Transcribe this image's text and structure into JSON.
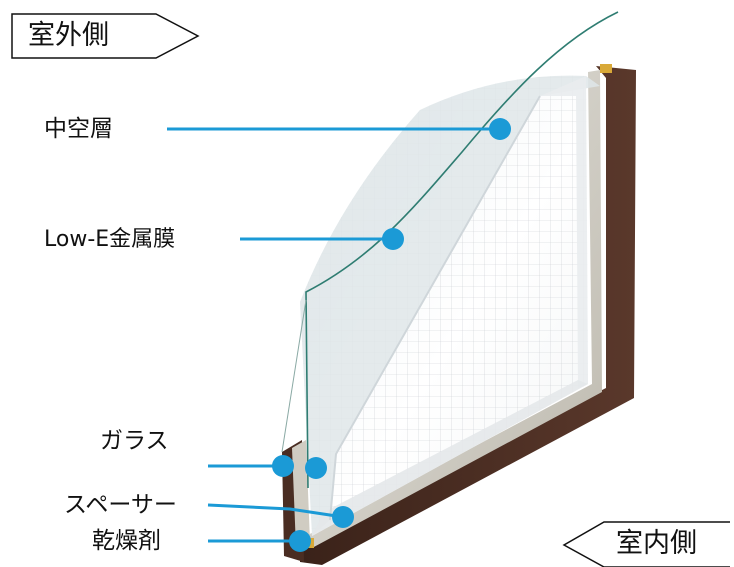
{
  "outdoor_side": {
    "label": "室外側"
  },
  "indoor_side": {
    "label": "室内側"
  },
  "callouts": [
    {
      "id": "air-layer",
      "label": "中空層"
    },
    {
      "id": "low-e-film",
      "label": "Low-E金属膜"
    },
    {
      "id": "glass",
      "label": "ガラス"
    },
    {
      "id": "spacer",
      "label": "スペーサー"
    },
    {
      "id": "desiccant",
      "label": "乾燥剤"
    }
  ],
  "colors": {
    "leader_line": "#1b9ad6",
    "frame": "#4a2d22",
    "glass_edge": "#2f7d72",
    "spacer": "#d9d5cc",
    "desiccant": "#d9a938"
  }
}
